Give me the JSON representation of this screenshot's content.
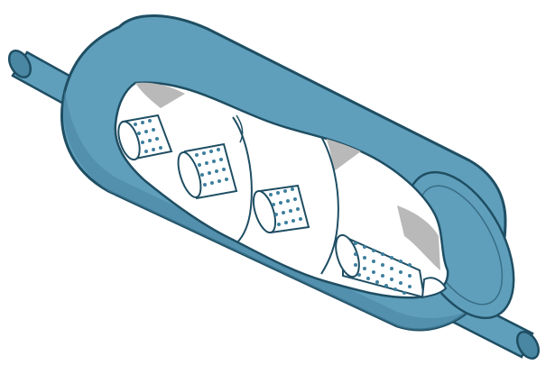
{
  "figure": {
    "subject": "muffler-cutaway",
    "colors": {
      "shell": "#5f9fbb",
      "shell_dark": "#4a87a3",
      "outline": "#1f4e63",
      "interior": "#ffffff",
      "baffle_shadow": "#b9b9b9",
      "perforation": "#3e7f9e"
    },
    "perforated_tubes": 4,
    "baffles": 2
  }
}
